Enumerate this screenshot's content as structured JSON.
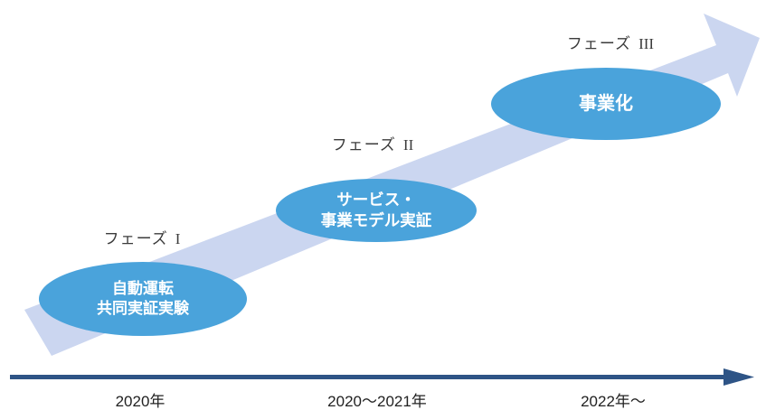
{
  "colors": {
    "band": "#CBD6F0",
    "bubble": "#4AA3DB",
    "bubble_text": "#ffffff",
    "timeline": "#2E5486",
    "phase_label_text": "#3b3b3b",
    "year_label_text": "#222222"
  },
  "phases": [
    {
      "label_name": "フェーズ",
      "label_numeral": "I",
      "bubble_lines": [
        "自動運転",
        "共同実証実験"
      ],
      "period": "2020年"
    },
    {
      "label_name": "フェーズ",
      "label_numeral": "II",
      "bubble_lines": [
        "サービス・",
        "事業モデル実証"
      ],
      "period": "2020〜2021年"
    },
    {
      "label_name": "フェーズ",
      "label_numeral": "III",
      "bubble_lines": [
        "事業化"
      ],
      "period": "2022年〜"
    }
  ]
}
